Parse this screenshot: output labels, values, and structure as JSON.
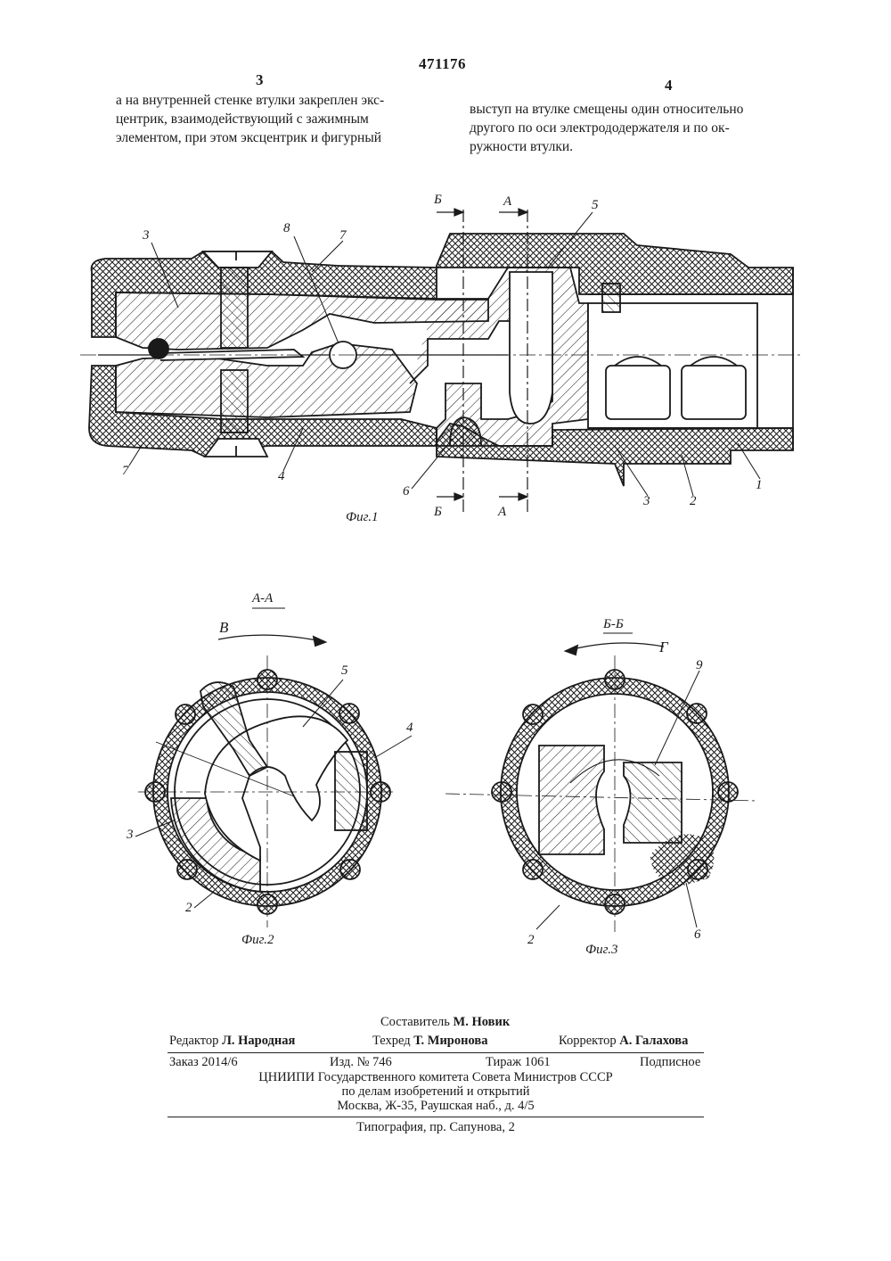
{
  "header": {
    "patent_number": "471176",
    "left_column_number": "3",
    "right_column_number": "4"
  },
  "text": {
    "left_column": [
      "а на внутренней стенке втулки закреплен экс-",
      "центрик, взаимодействующий с зажимным",
      "элементом, при этом эксцентрик и фигурный"
    ],
    "right_column": [
      "выступ на втулке смещены один относительно",
      "другого по оси электрододержателя и по ок-",
      "ружности втулки."
    ]
  },
  "figures": {
    "fig1": {
      "caption": "Фиг.1",
      "labels": [
        "3",
        "8",
        "7",
        "5",
        "7",
        "4",
        "6",
        "3",
        "2",
        "1"
      ],
      "section_marks": [
        "Б",
        "А",
        "Б",
        "А"
      ]
    },
    "fig2": {
      "caption": "Фиг.2",
      "section_title": "А-А",
      "arrow_label": "В",
      "labels": [
        "5",
        "4",
        "3",
        "2"
      ]
    },
    "fig3": {
      "caption": "Фиг.3",
      "section_title": "Б-Б",
      "arrow_label": "Г",
      "labels": [
        "9",
        "2",
        "6"
      ]
    }
  },
  "imprint": {
    "compiler_label": "Составитель",
    "compiler_name": "М. Новик",
    "editor_label": "Редактор",
    "editor_name": "Л. Народная",
    "techred_label": "Техред",
    "techred_name": "Т. Миронова",
    "corrector_label": "Корректор",
    "corrector_name": "А. Галахова",
    "order": "Заказ 2014/6",
    "issue": "Изд. № 746",
    "circulation": "Тираж 1061",
    "subscription": "Подписное",
    "org_line1": "ЦНИИПИ Государственного комитета Совета Министров СССР",
    "org_line2": "по делам изобретений и открытий",
    "org_line3": "Москва, Ж-35, Раушская наб., д. 4/5",
    "printer": "Типография, пр. Сапунова, 2"
  },
  "colors": {
    "ink": "#1a1a1a",
    "paper": "#ffffff"
  }
}
